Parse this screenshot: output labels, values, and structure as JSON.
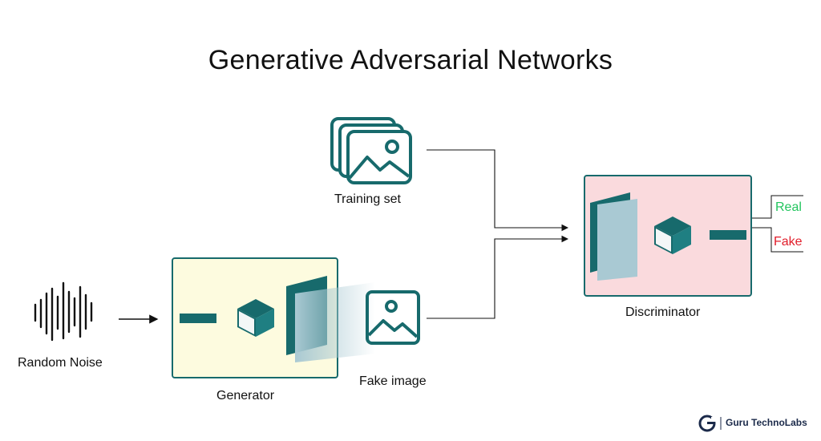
{
  "title": "Generative Adversarial Networks",
  "labels": {
    "random_noise": "Random Noise",
    "generator": "Generator",
    "fake_image": "Fake image",
    "training_set": "Training set",
    "discriminator": "Discriminator",
    "real": "Real",
    "fake": "Fake"
  },
  "brand": {
    "name": "Guru TechnoLabs"
  },
  "colors": {
    "teal": "#176a6c",
    "generator_fill": "#fdfbdf",
    "discriminator_fill": "#fadadd",
    "real": "#22c55e",
    "fake": "#e11d2a"
  }
}
